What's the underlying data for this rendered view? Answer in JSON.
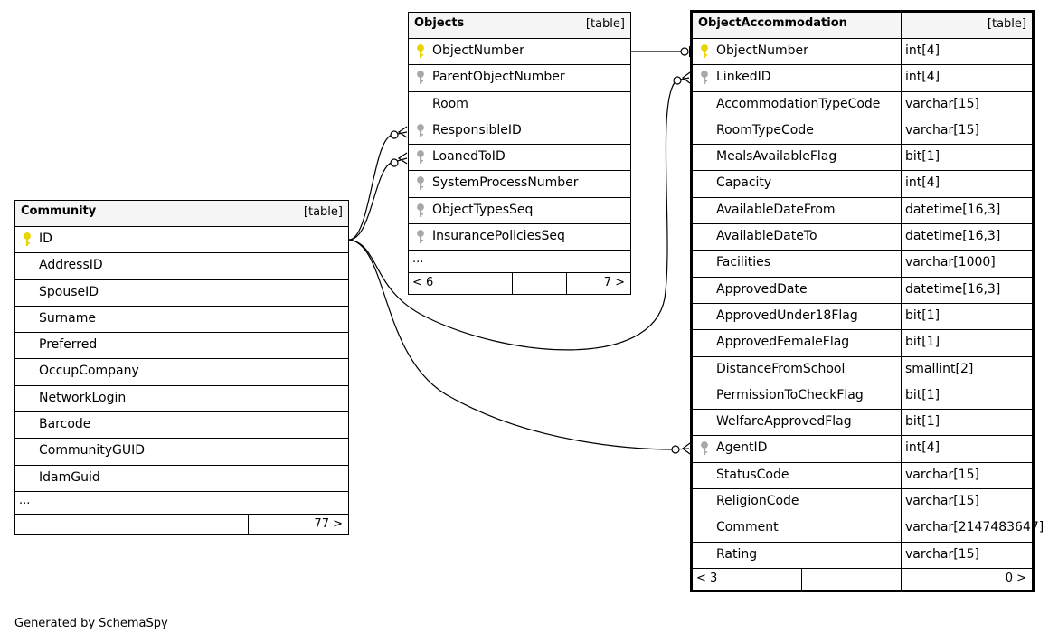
{
  "objects_table": {
    "name": "Objects",
    "type": "[table]",
    "columns": [
      {
        "name": "ObjectNumber",
        "key": "primary"
      },
      {
        "name": "ParentObjectNumber",
        "key": "foreign"
      },
      {
        "name": "Room",
        "key": ""
      },
      {
        "name": "ResponsibleID",
        "key": "foreign"
      },
      {
        "name": "LoanedToID",
        "key": "foreign"
      },
      {
        "name": "SystemProcessNumber",
        "key": "foreign"
      },
      {
        "name": "ObjectTypesSeq",
        "key": "foreign"
      },
      {
        "name": "InsurancePoliciesSeq",
        "key": "foreign"
      }
    ],
    "more": "...",
    "footer_left": "< 6",
    "footer_right": "7 >"
  },
  "community_table": {
    "name": "Community",
    "type": "[table]",
    "columns": [
      {
        "name": "ID",
        "key": "primary"
      },
      {
        "name": "AddressID",
        "key": ""
      },
      {
        "name": "SpouseID",
        "key": ""
      },
      {
        "name": "Surname",
        "key": ""
      },
      {
        "name": "Preferred",
        "key": ""
      },
      {
        "name": "OccupCompany",
        "key": ""
      },
      {
        "name": "NetworkLogin",
        "key": ""
      },
      {
        "name": "Barcode",
        "key": ""
      },
      {
        "name": "CommunityGUID",
        "key": ""
      },
      {
        "name": "IdamGuid",
        "key": ""
      }
    ],
    "more": "...",
    "footer_left": "",
    "footer_right": "77 >"
  },
  "accommodation_table": {
    "name": "ObjectAccommodation",
    "type": "[table]",
    "columns": [
      {
        "name": "ObjectNumber",
        "type": "int[4]",
        "key": "primary"
      },
      {
        "name": "LinkedID",
        "type": "int[4]",
        "key": "foreign"
      },
      {
        "name": "AccommodationTypeCode",
        "type": "varchar[15]",
        "key": ""
      },
      {
        "name": "RoomTypeCode",
        "type": "varchar[15]",
        "key": ""
      },
      {
        "name": "MealsAvailableFlag",
        "type": "bit[1]",
        "key": ""
      },
      {
        "name": "Capacity",
        "type": "int[4]",
        "key": ""
      },
      {
        "name": "AvailableDateFrom",
        "type": "datetime[16,3]",
        "key": ""
      },
      {
        "name": "AvailableDateTo",
        "type": "datetime[16,3]",
        "key": ""
      },
      {
        "name": "Facilities",
        "type": "varchar[1000]",
        "key": ""
      },
      {
        "name": "ApprovedDate",
        "type": "datetime[16,3]",
        "key": ""
      },
      {
        "name": "ApprovedUnder18Flag",
        "type": "bit[1]",
        "key": ""
      },
      {
        "name": "ApprovedFemaleFlag",
        "type": "bit[1]",
        "key": ""
      },
      {
        "name": "DistanceFromSchool",
        "type": "smallint[2]",
        "key": ""
      },
      {
        "name": "PermissionToCheckFlag",
        "type": "bit[1]",
        "key": ""
      },
      {
        "name": "WelfareApprovedFlag",
        "type": "bit[1]",
        "key": ""
      },
      {
        "name": "AgentID",
        "type": "int[4]",
        "key": "foreign"
      },
      {
        "name": "StatusCode",
        "type": "varchar[15]",
        "key": ""
      },
      {
        "name": "ReligionCode",
        "type": "varchar[15]",
        "key": ""
      },
      {
        "name": "Comment",
        "type": "varchar[2147483647]",
        "key": ""
      },
      {
        "name": "Rating",
        "type": "varchar[15]",
        "key": ""
      }
    ],
    "footer_left": "< 3",
    "footer_right": "0 >"
  },
  "footer": {
    "generated_by": "Generated by SchemaSpy"
  },
  "colors": {
    "primary_key": "#e8d400",
    "foreign_key": "#a8a8a8",
    "header_bg": "#f5f5f5"
  }
}
